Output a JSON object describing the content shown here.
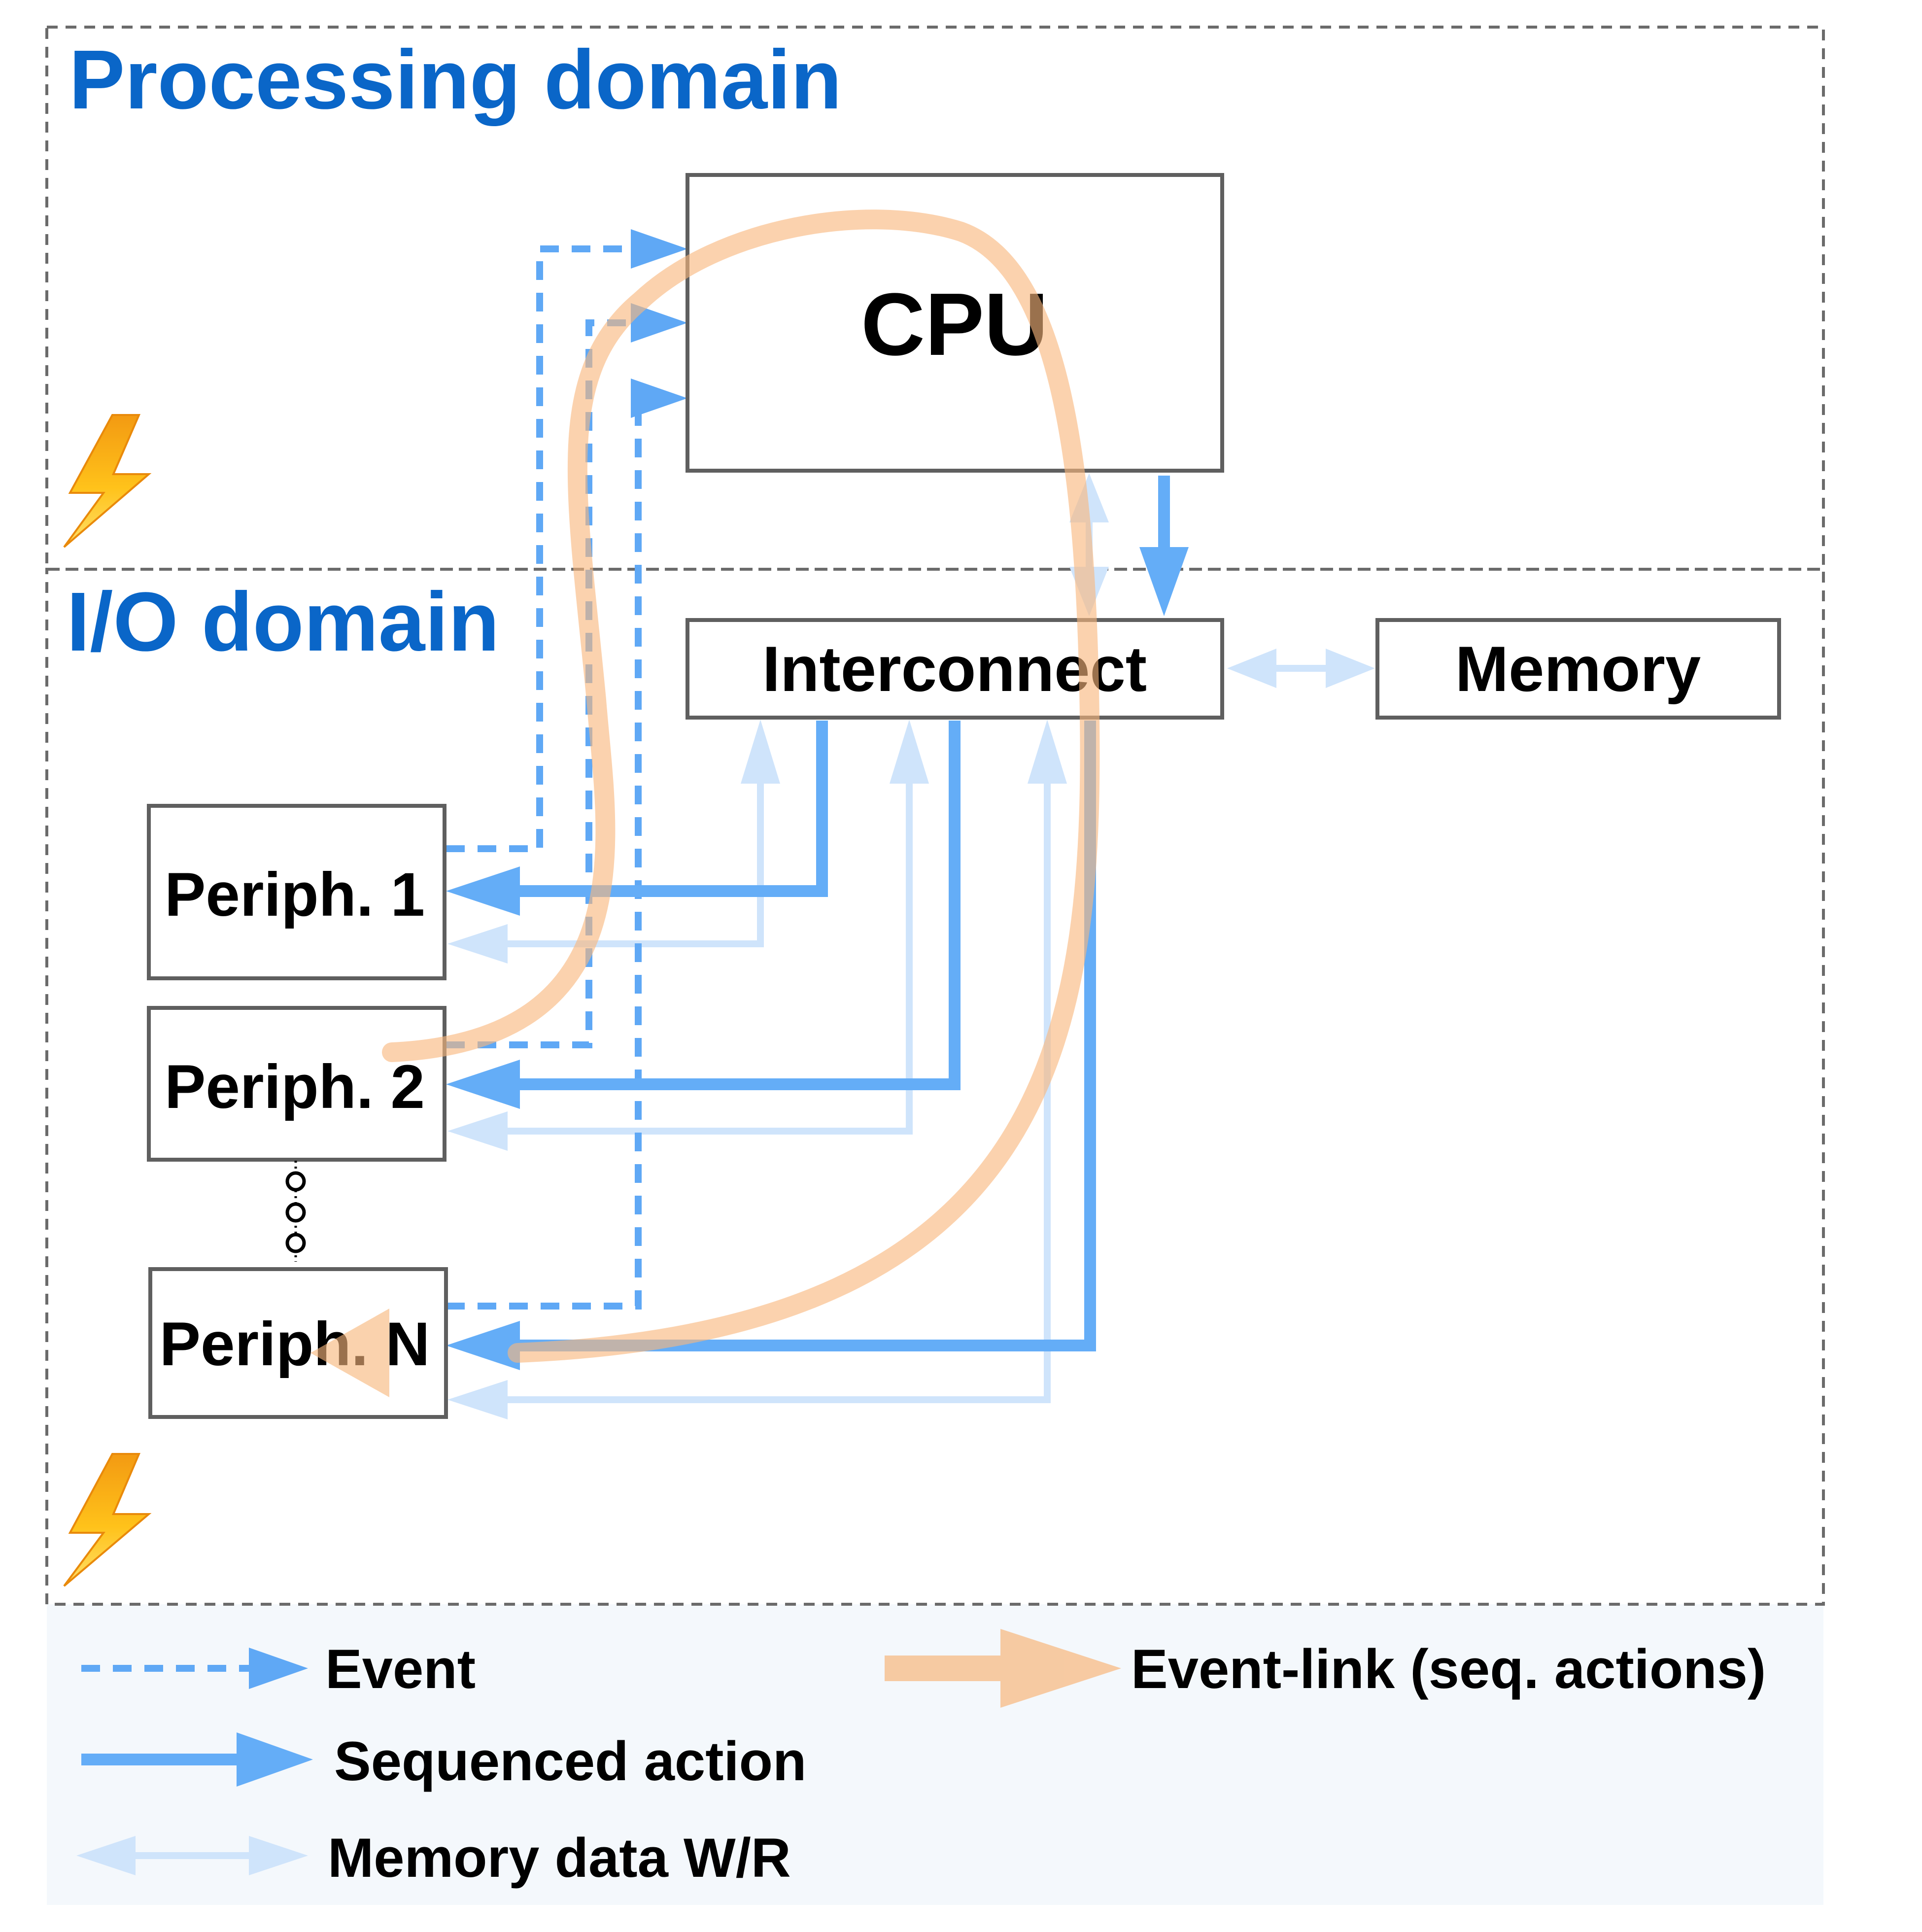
{
  "domains": {
    "processing": {
      "title": "Processing domain"
    },
    "io": {
      "title": "I/O domain"
    }
  },
  "blocks": {
    "cpu": "CPU",
    "interconnect": "Interconnect",
    "memory": "Memory",
    "periph1": "Periph. 1",
    "periph2": "Periph. 2",
    "periphN": "Periph. N"
  },
  "legend": {
    "event": "Event",
    "sequenced_action": "Sequenced action",
    "memory_data": "Memory data W/R",
    "event_link": "Event-link (seq. actions)"
  },
  "icons": {
    "power": "lightning-bolt-icon",
    "ellipsis": "vertical-ellipsis-icon"
  },
  "colors": {
    "domain_title": "#0A66C8",
    "event": "#5FA8F5",
    "sequenced_action": "#64ADF7",
    "memory_data": "#CFE4FB",
    "event_link": "#F8B77C",
    "box_border": "#5F5F5F",
    "dashed_border": "#6B6B6B",
    "legend_bg": "#F4F8FC"
  }
}
